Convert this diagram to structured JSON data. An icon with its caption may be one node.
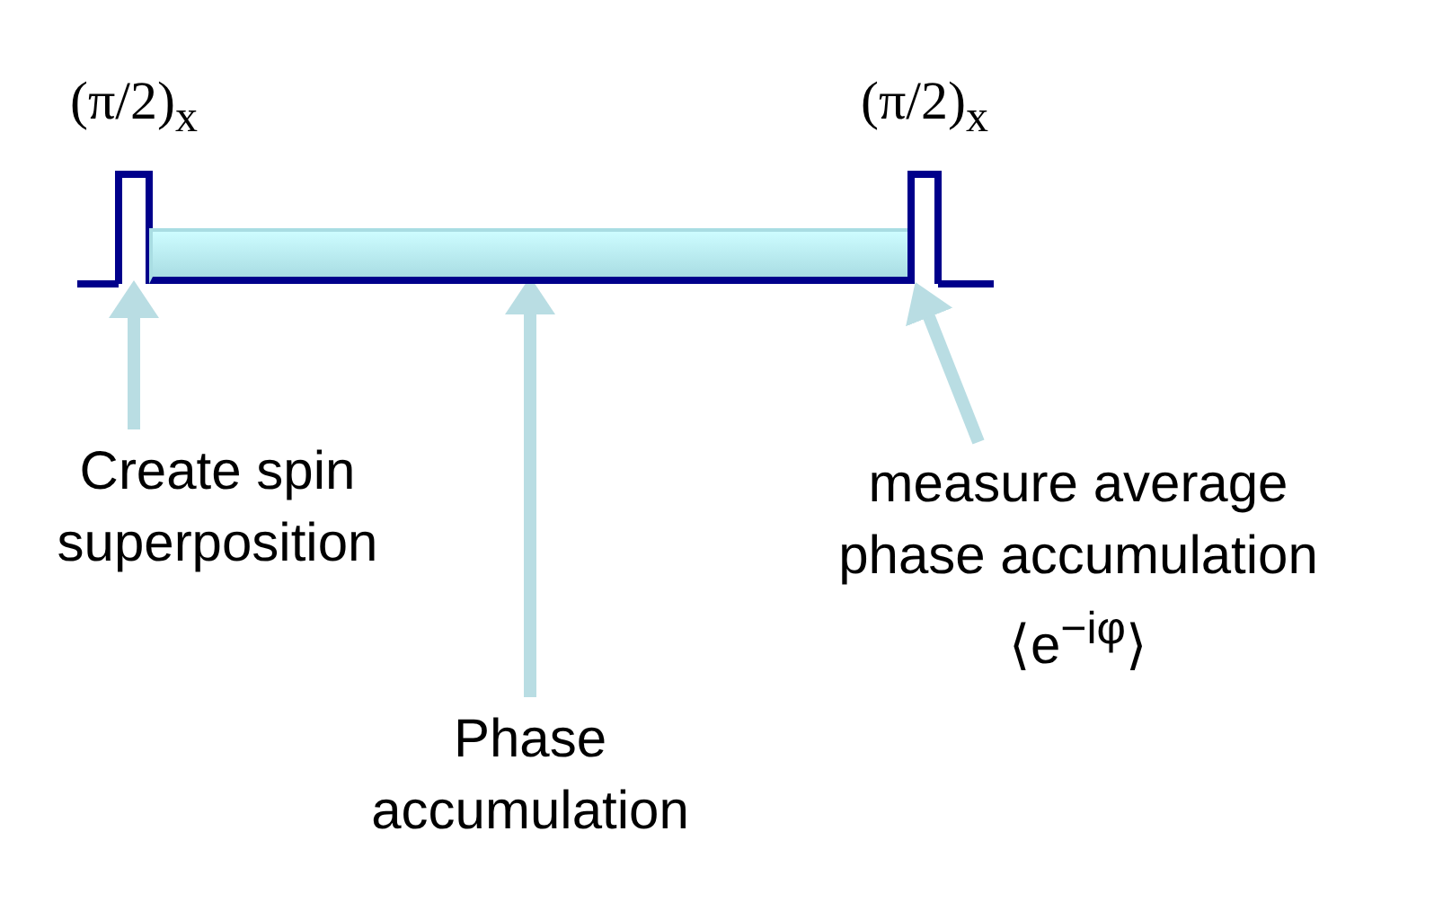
{
  "diagram": {
    "nodes": [
      {
        "text": [],
        "shape": "box",
        "beside": [
          "(π/2)$_{x}$"
        ]
      },
      {
        "text": [],
        "shape": "bar"
      },
      {
        "text": [],
        "shape": "box",
        "beside": [
          "(π/2)$_{x}$"
        ]
      },
      {
        "text": [
          "Create spin superposition"
        ]
      },
      {
        "text": [
          "Phase accumulation"
        ]
      },
      {
        "text": [
          "measure average phase accumulation",
          "⟨e$^{−iφ}$⟩"
        ]
      }
    ],
    "edges": [
      {
        "from": 3,
        "to": 0,
        "arrow": "to"
      },
      {
        "from": 4,
        "to": 1,
        "arrow": "to"
      },
      {
        "from": 5,
        "to": 2,
        "arrow": "to"
      }
    ]
  }
}
